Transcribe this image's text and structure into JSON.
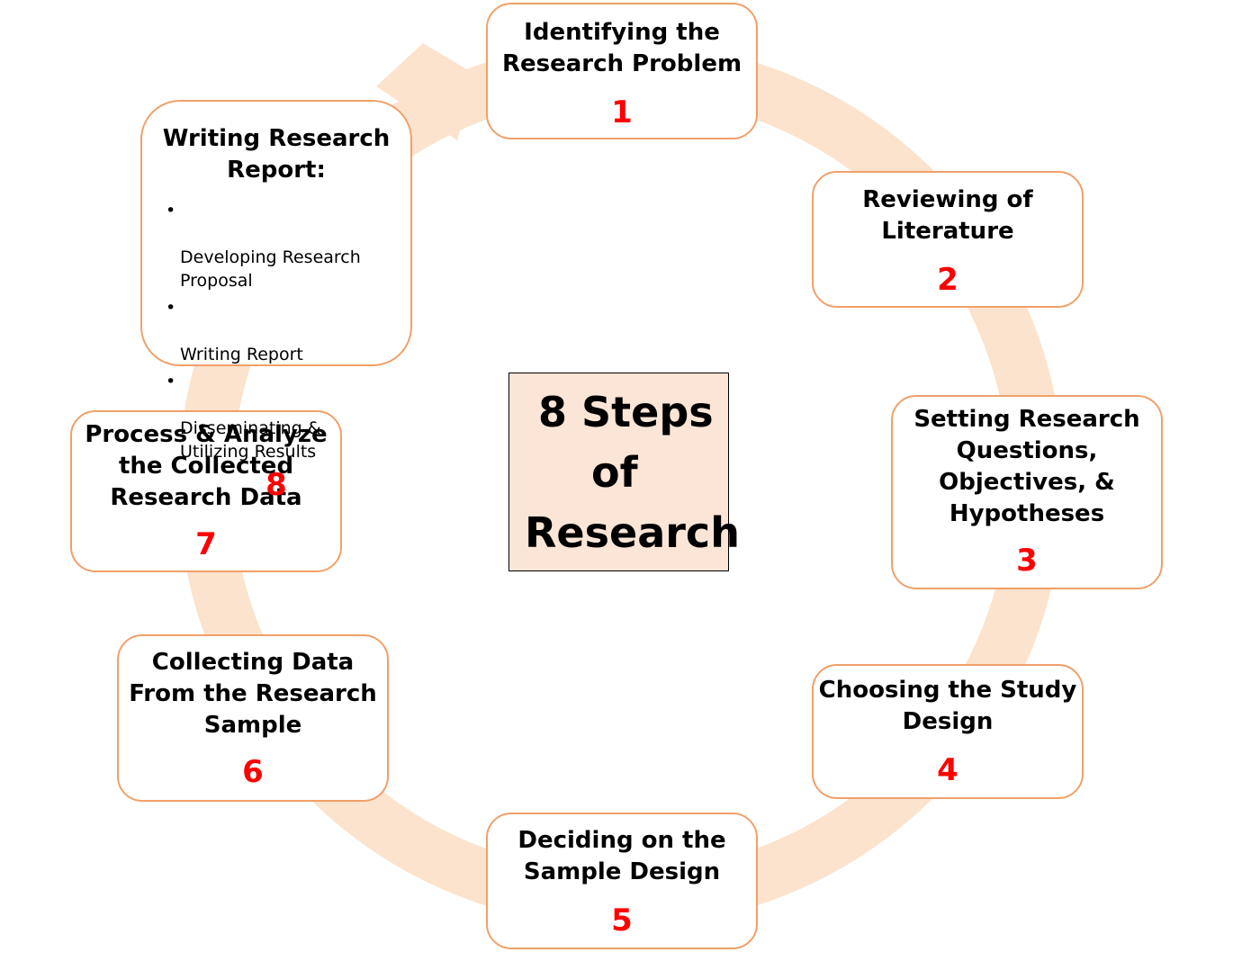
{
  "title": {
    "lines": [
      "8 Steps",
      "of",
      "Research"
    ]
  },
  "colors": {
    "box_border": "#f0a069",
    "ring": "#fbe3cd",
    "number": "#ff0000",
    "center_fill": "#fbe5d6"
  },
  "steps": [
    {
      "title": "Identifying the\nResearch Problem",
      "number": "1"
    },
    {
      "title": "Reviewing of\nLiterature",
      "number": "2"
    },
    {
      "title": "Setting Research\nQuestions,\nObjectives, &\nHypotheses",
      "number": "3"
    },
    {
      "title": "Choosing the Study\nDesign",
      "number": "4"
    },
    {
      "title": "Deciding on the\nSample Design",
      "number": "5"
    },
    {
      "title": "Collecting Data\nFrom the Research\nSample",
      "number": "6"
    },
    {
      "title": "Process & Analyze\nthe Collected\nResearch Data",
      "number": "7"
    },
    {
      "title": "Writing Research\nReport:",
      "number": "8",
      "bullets": [
        "Developing Research\nProposal",
        "Writing Report",
        "Disseminating &\nUtilizing Results"
      ]
    }
  ]
}
